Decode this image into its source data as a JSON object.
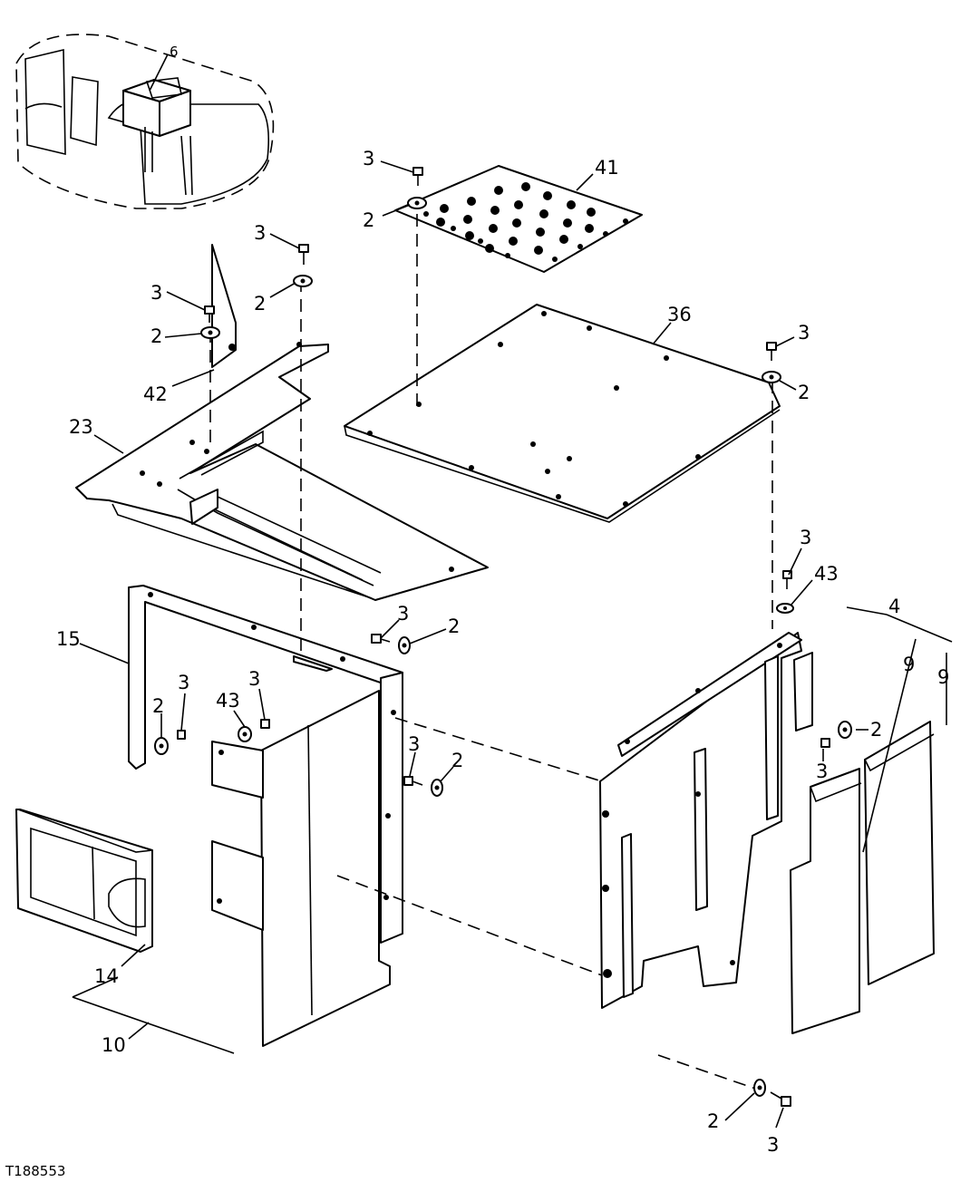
{
  "figure_id": "T188553",
  "callouts": {
    "c3_top": "3",
    "c2_top": "2",
    "c41": "41",
    "c3_a": "3",
    "c2_a": "2",
    "c3_b": "3",
    "c2_b": "2",
    "c42": "42",
    "c23": "23",
    "c36": "36",
    "c3_r": "3",
    "c2_r": "2",
    "c3_rm": "3",
    "c43_rm": "43",
    "c4": "4",
    "c9_a": "9",
    "c9_b": "9",
    "c15": "15",
    "c3_m": "3",
    "c2_m": "2",
    "c2_l": "2",
    "c3_l": "3",
    "c43_l": "43",
    "c3_l2": "3",
    "c3_c": "3",
    "c2_c": "2",
    "c2_rs": "2",
    "c3_rs": "3",
    "c14": "14",
    "c10": "10",
    "c2_bot": "2",
    "c3_bot": "3"
  },
  "inset_marker": "6"
}
